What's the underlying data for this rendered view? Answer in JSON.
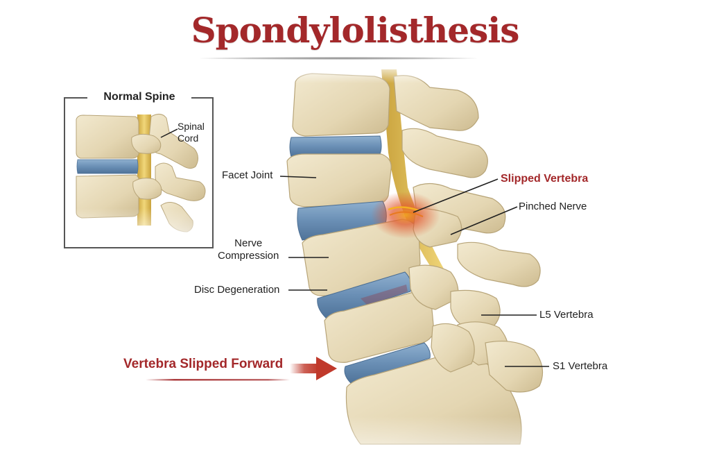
{
  "title": "Spondylolisthesis",
  "colors": {
    "title_red": "#a3282a",
    "bone": "#e8dcbc",
    "bone_shadow": "#c9b88e",
    "disc_blue": "#6f94b8",
    "nerve_yellow": "#e2c15a",
    "inflammation": "#e0542a",
    "leader_line": "#1f1f1f"
  },
  "inset": {
    "title": "Normal Spine",
    "labels": {
      "spinal_cord_line1": "Spinal",
      "spinal_cord_line2": "Cord"
    }
  },
  "labels": {
    "facet_joint": "Facet Joint",
    "nerve_compression_line1": "Nerve",
    "nerve_compression_line2": "Compression",
    "disc_degeneration": "Disc Degeneration",
    "slipped_vertebra": "Slipped Vertebra",
    "pinched_nerve": "Pinched Nerve",
    "l5_vertebra": "L5 Vertebra",
    "s1_vertebra": "S1 Vertebra",
    "vertebra_slipped_forward": "Vertebra Slipped Forward"
  },
  "icons": {
    "forward_arrow": "right-arrow-icon"
  }
}
